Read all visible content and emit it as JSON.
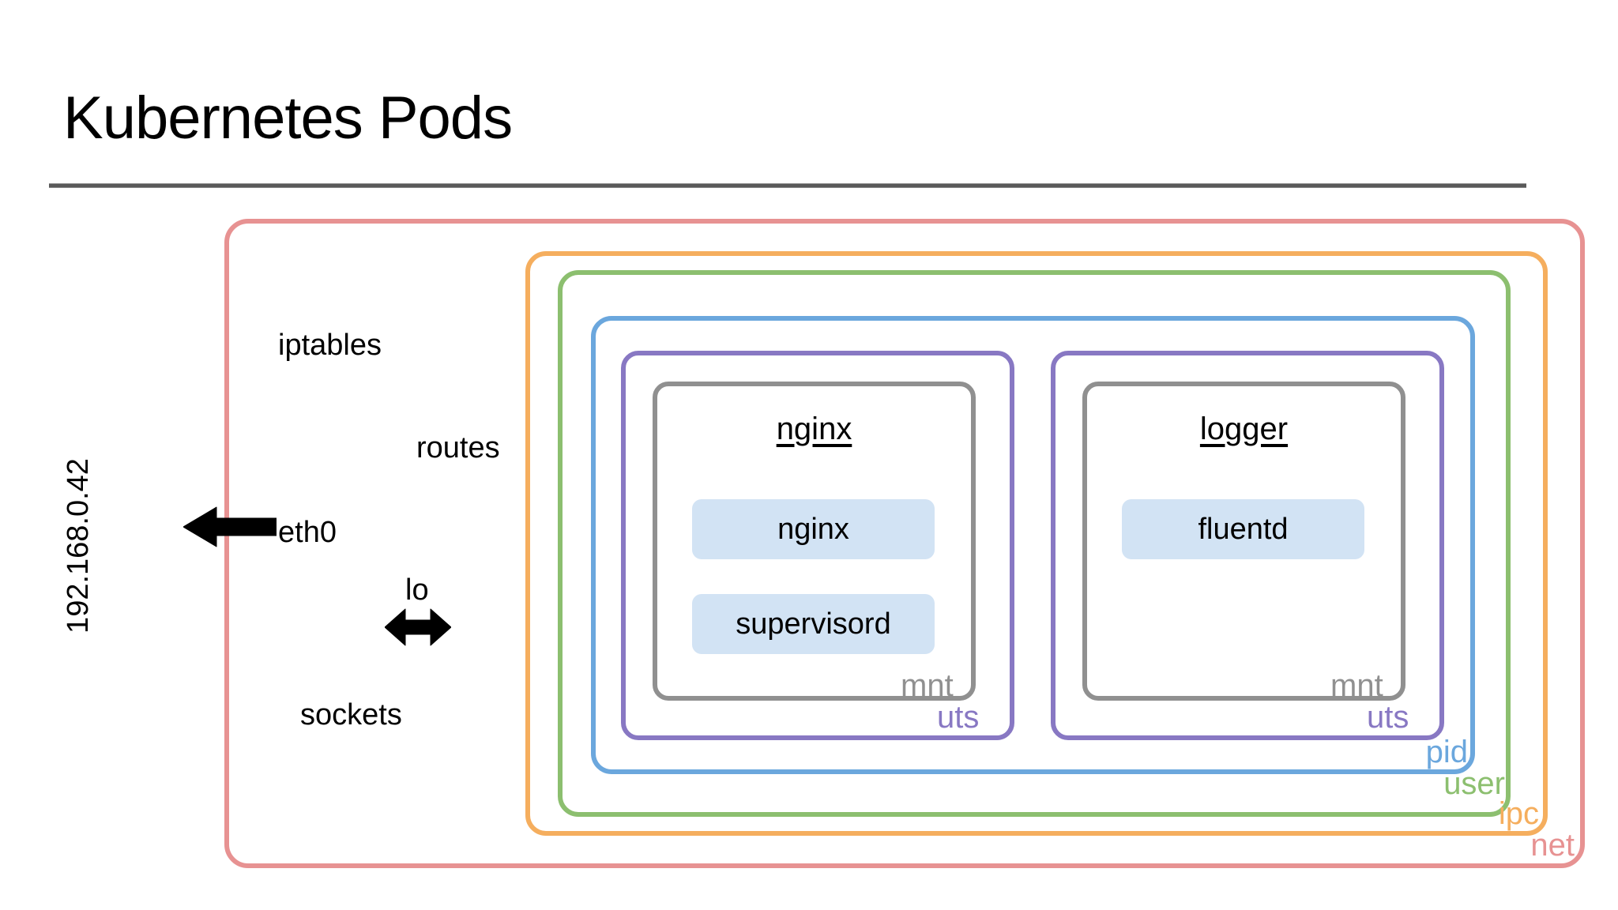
{
  "slide": {
    "title": "Kubernetes Pods"
  },
  "host": {
    "iptables": "iptables",
    "routes": "routes",
    "sockets": "sockets",
    "loopback_label": "lo",
    "eth0_label": "eth0",
    "ip_address": "192.168.0.42"
  },
  "namespaces": [
    {
      "key": "net",
      "label": "net",
      "color": "#E79292"
    },
    {
      "key": "ipc",
      "label": "ipc",
      "color": "#F5AE5E"
    },
    {
      "key": "user",
      "label": "user",
      "color": "#8CBF6F"
    },
    {
      "key": "pid",
      "label": "pid",
      "color": "#6BA7DD"
    },
    {
      "key": "uts",
      "label": "uts",
      "color": "#8878C3"
    },
    {
      "key": "mnt",
      "label": "mnt",
      "color": "#909090"
    }
  ],
  "containers": [
    {
      "name": "nginx",
      "uts_label": "uts",
      "mnt_label": "mnt",
      "processes": [
        "nginx",
        "supervisord"
      ]
    },
    {
      "name": "logger",
      "uts_label": "uts",
      "mnt_label": "mnt",
      "processes": [
        "fluentd"
      ]
    }
  ],
  "colors": {
    "net": "#E79292",
    "ipc": "#F5AE5E",
    "user": "#8CBF6F",
    "pid": "#6BA7DD",
    "uts": "#8878C3",
    "mnt": "#909090",
    "process_box": "#D2E3F4",
    "rule": "#595959"
  }
}
